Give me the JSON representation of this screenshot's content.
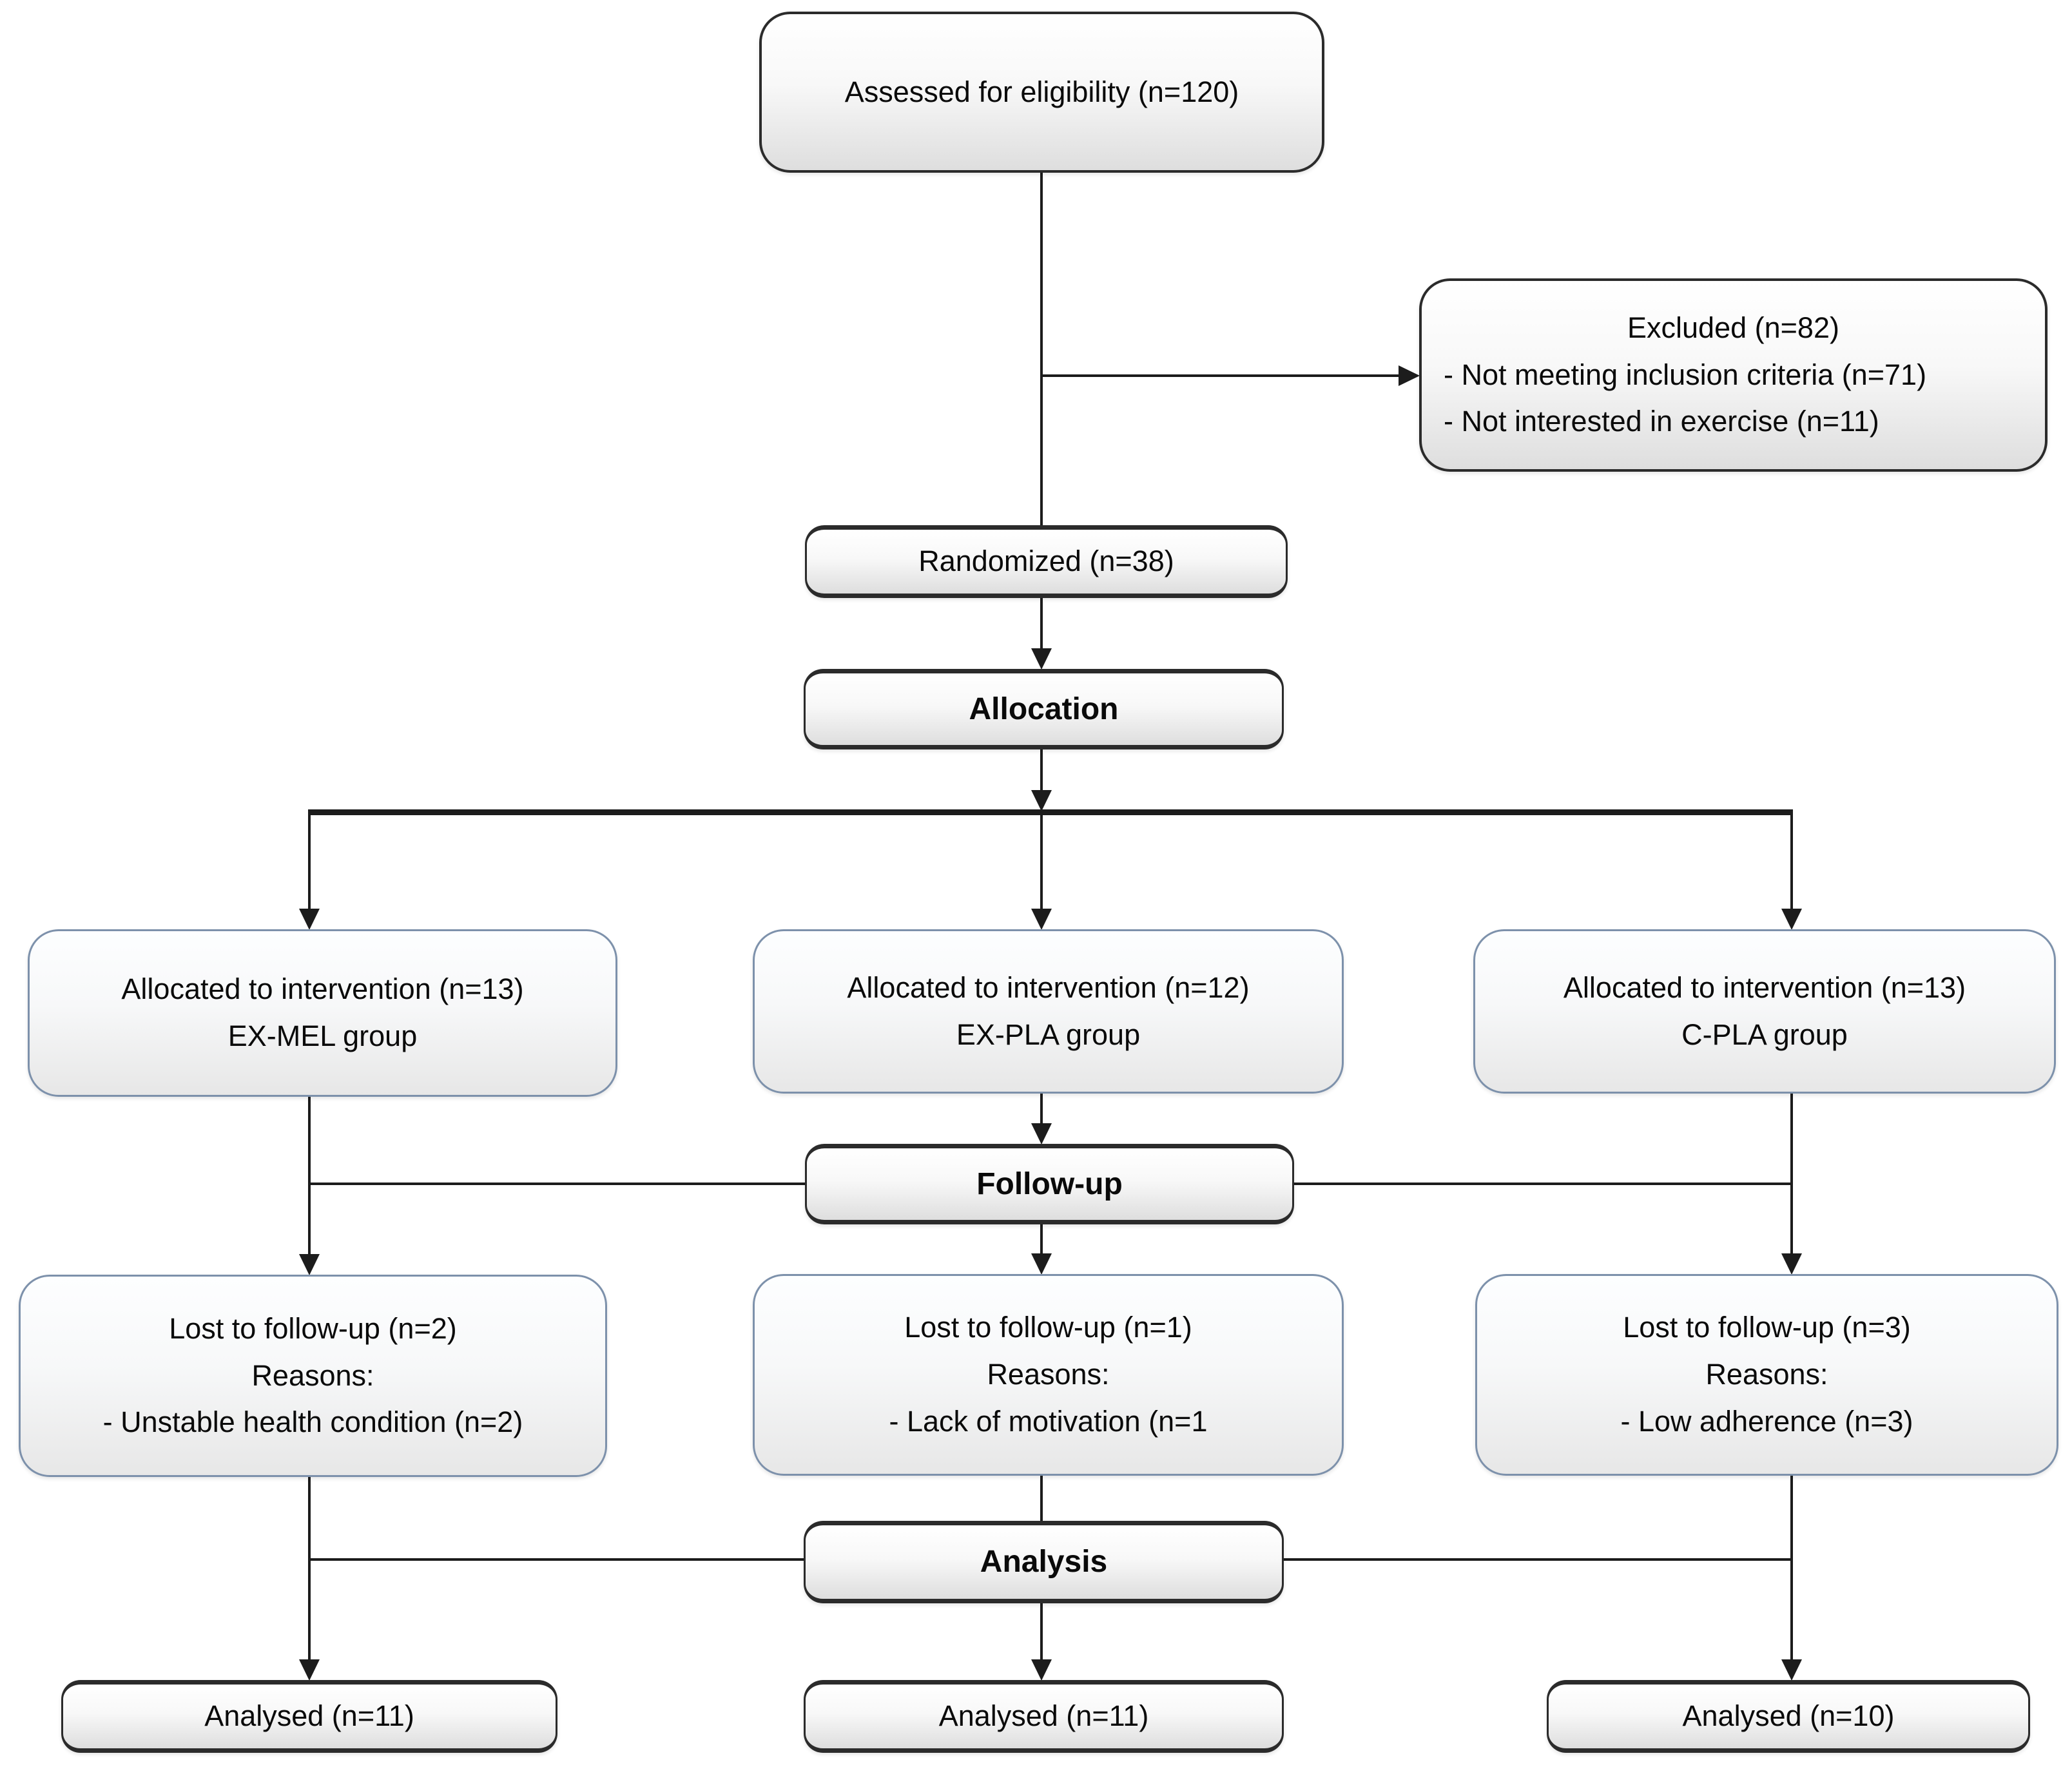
{
  "nodes": {
    "assessed": {
      "lines": [
        "Assessed for eligibility (n=120)"
      ]
    },
    "excluded": {
      "lines": [
        "Excluded (n=82)",
        "- Not meeting inclusion criteria (n=71)",
        "- Not interested in exercise (n=11)"
      ]
    },
    "randomized": {
      "lines": [
        "Randomized (n=38)"
      ]
    },
    "allocation": {
      "lines": [
        "Allocation"
      ]
    },
    "alloc_left": {
      "lines": [
        "Allocated to intervention (n=13)",
        "EX-MEL group"
      ]
    },
    "alloc_mid": {
      "lines": [
        "Allocated to intervention (n=12)",
        "EX-PLA group"
      ]
    },
    "alloc_right": {
      "lines": [
        "Allocated to intervention (n=13)",
        "C-PLA group"
      ]
    },
    "followup": {
      "lines": [
        "Follow-up"
      ]
    },
    "lost_left": {
      "lines": [
        "Lost to follow-up (n=2)",
        "Reasons:",
        "- Unstable health condition (n=2)"
      ]
    },
    "lost_mid": {
      "lines": [
        "Lost to follow-up (n=1)",
        "Reasons:",
        "- Lack of motivation (n=1"
      ]
    },
    "lost_right": {
      "lines": [
        "Lost to follow-up (n=3)",
        "Reasons:",
        "- Low adherence (n=3)"
      ]
    },
    "analysis": {
      "lines": [
        "Analysis"
      ]
    },
    "analysed_left": {
      "lines": [
        "Analysed (n=11)"
      ]
    },
    "analysed_mid": {
      "lines": [
        "Analysed (n=11)"
      ]
    },
    "analysed_right": {
      "lines": [
        "Analysed (n=10)"
      ]
    }
  },
  "colors": {
    "line": "#1c1c1c",
    "box_border_dark": "#2b2b2b",
    "box_border_blue": "#7d91ab",
    "box_fill_top": "#ffffff",
    "box_fill_bottom": "#dedede"
  }
}
